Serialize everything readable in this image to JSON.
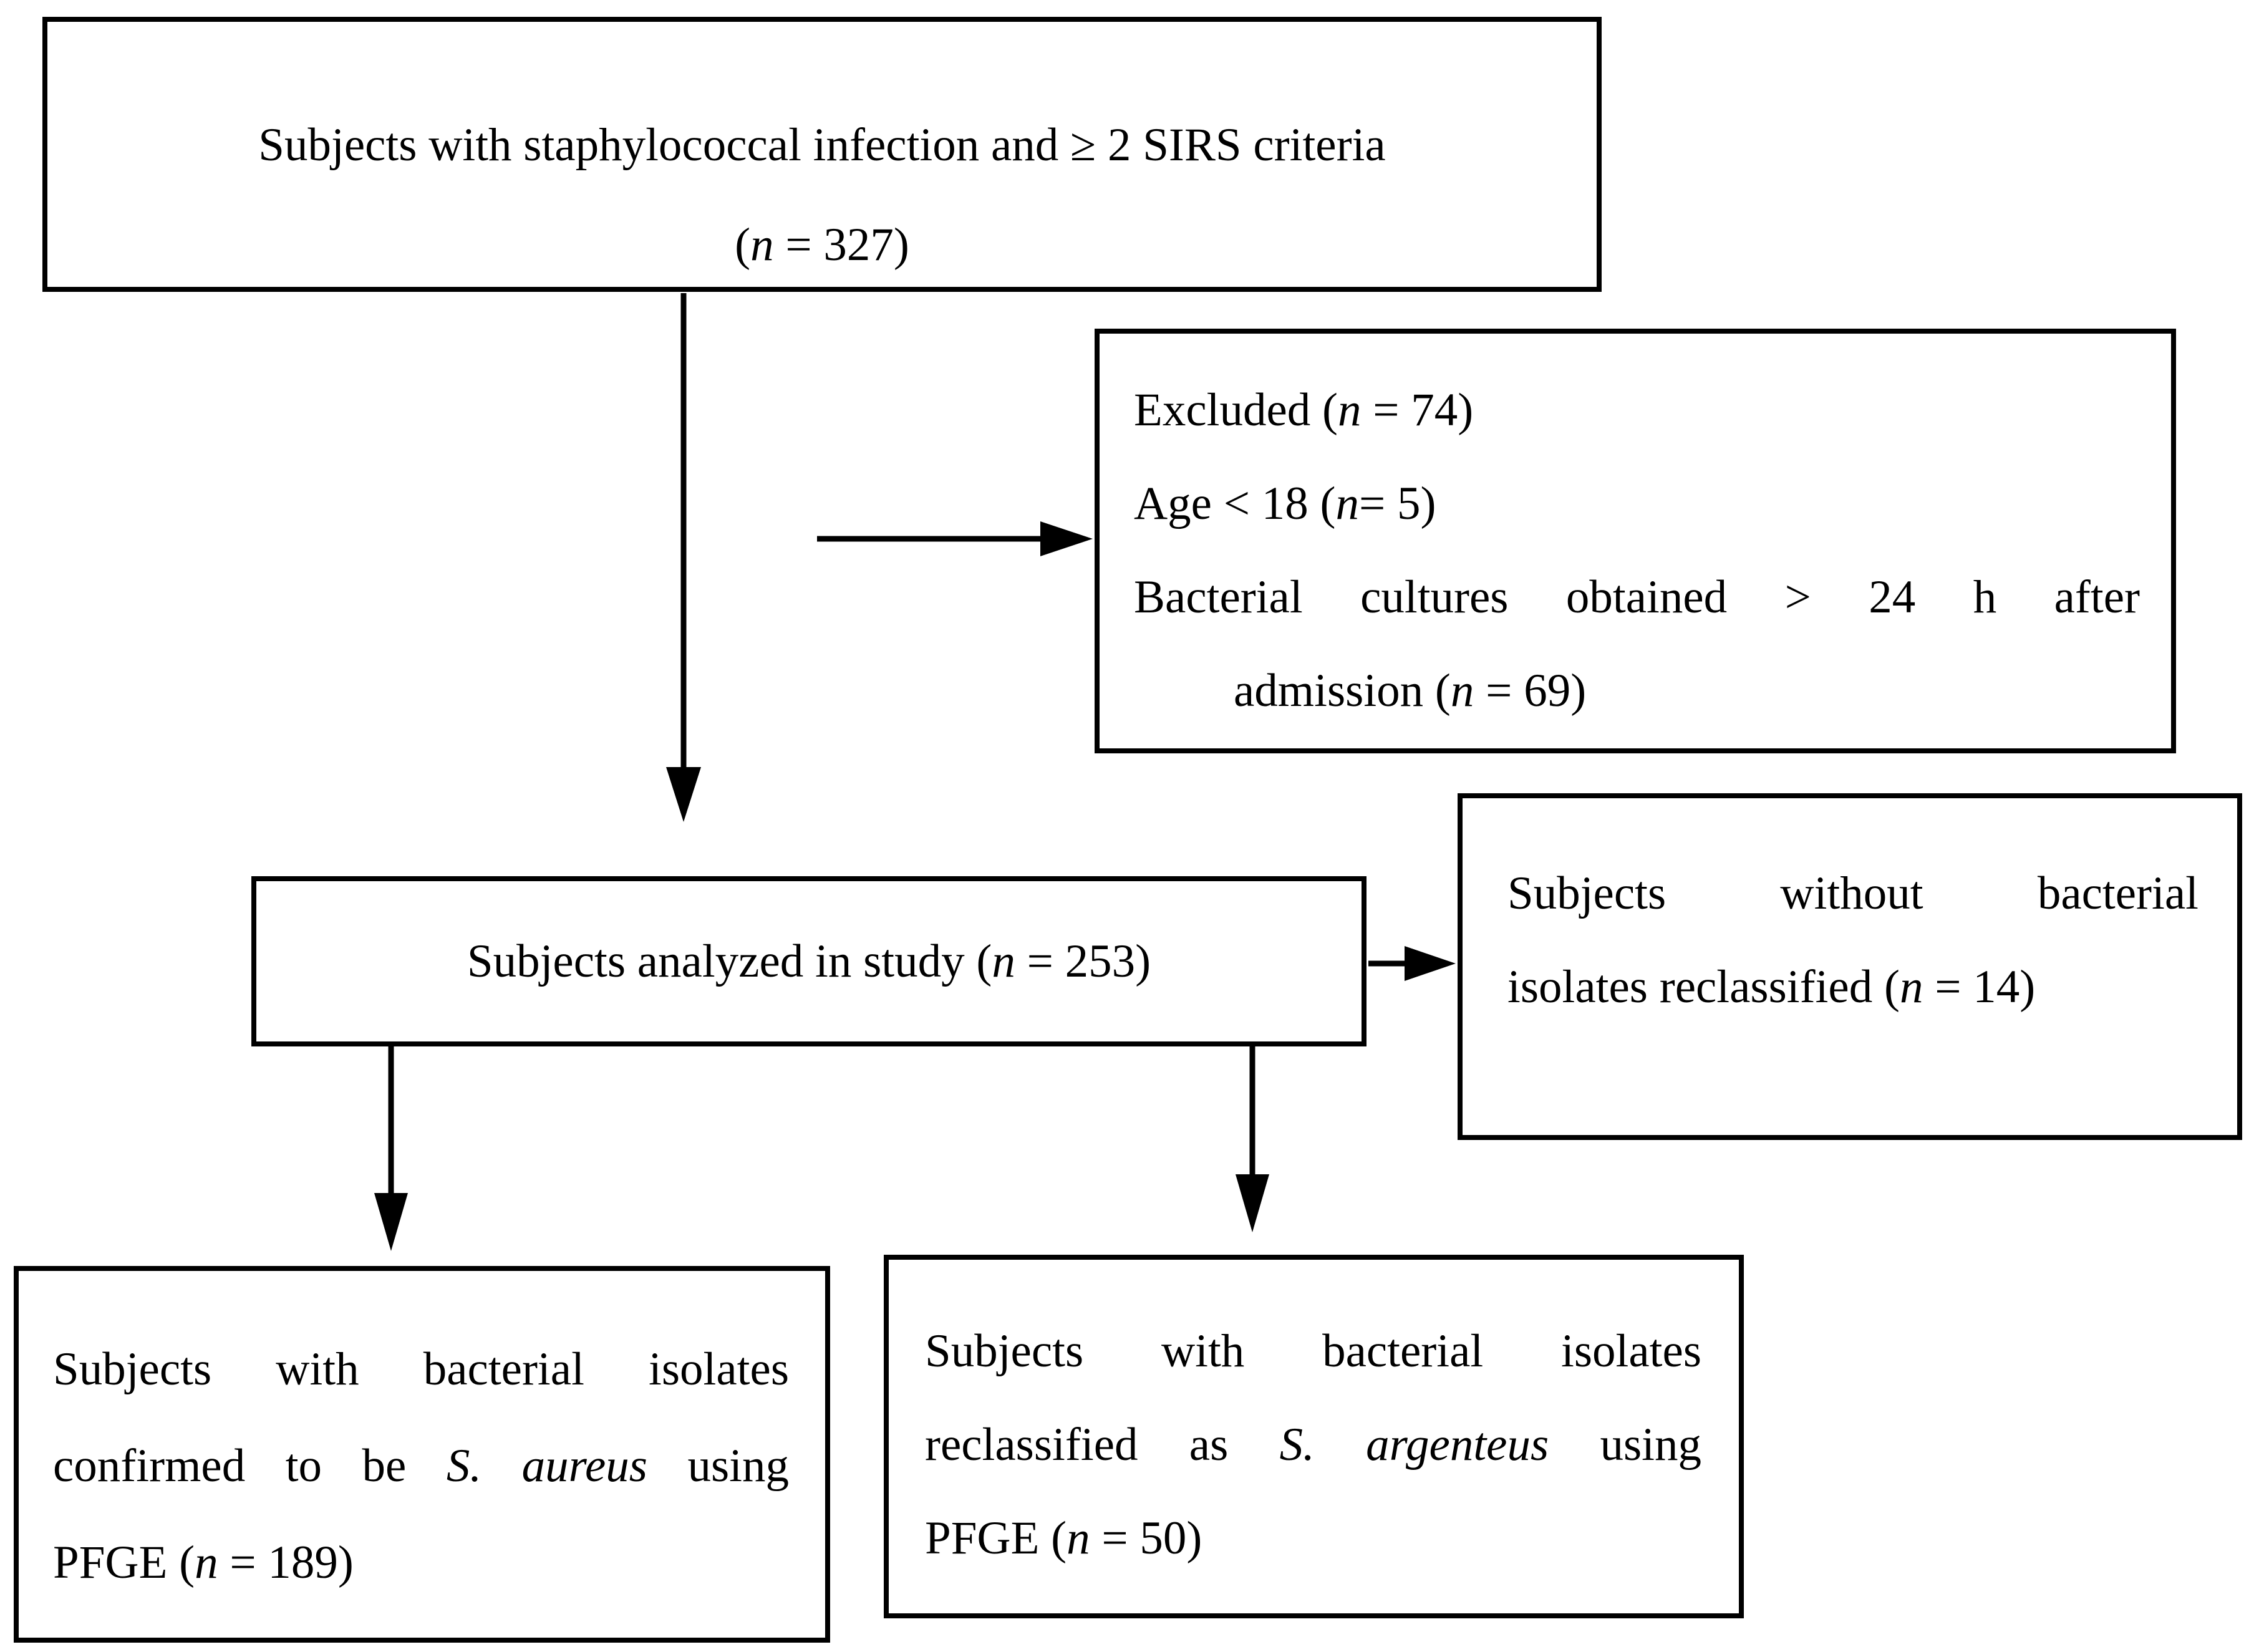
{
  "colors": {
    "line": "#000000",
    "text": "#000000",
    "box_bg": "#ffffff",
    "page_bg": "#ffffff"
  },
  "boxes": {
    "eligible": {
      "line1": "Subjects with staphylococcal infection and ≥ 2 SIRS criteria",
      "line2": [
        {
          "t": "("
        },
        {
          "t": "n",
          "i": true
        },
        {
          "t": " = 327)"
        }
      ]
    },
    "excluded": {
      "line1": [
        {
          "t": "Excluded ("
        },
        {
          "t": "n",
          "i": true
        },
        {
          "t": " = 74)"
        }
      ],
      "line2": [
        {
          "t": "Age < 18 ("
        },
        {
          "t": "n",
          "i": true
        },
        {
          "t": "= 5)"
        }
      ],
      "line3": "Bacterial cultures obtained > 24 h after",
      "line4": [
        {
          "t": "admission ("
        },
        {
          "t": "n",
          "i": true
        },
        {
          "t": " = 69)"
        }
      ]
    },
    "analyzed": {
      "line1": [
        {
          "t": "Subjects analyzed in study ("
        },
        {
          "t": "n",
          "i": true
        },
        {
          "t": " = 253)"
        }
      ]
    },
    "no_isolates": {
      "line1": "Subjects without bacterial",
      "line2": [
        {
          "t": "isolates reclassified ("
        },
        {
          "t": "n",
          "i": true
        },
        {
          "t": " = 14)"
        }
      ]
    },
    "aureus": {
      "line1": "Subjects with bacterial isolates",
      "line2": [
        {
          "t": "confirmed to be "
        },
        {
          "t": "S. aureus",
          "i": true
        },
        {
          "t": " using"
        }
      ],
      "line3": [
        {
          "t": "PFGE ("
        },
        {
          "t": "n",
          "i": true
        },
        {
          "t": " = 189)"
        }
      ]
    },
    "argenteus": {
      "line1": "Subjects with bacterial isolates",
      "line2": [
        {
          "t": "reclassified as "
        },
        {
          "t": "S. argenteus",
          "i": true
        },
        {
          "t": " using"
        }
      ],
      "line3": [
        {
          "t": "PFGE ("
        },
        {
          "t": "n",
          "i": true
        },
        {
          "t": " = 50)"
        }
      ]
    }
  }
}
